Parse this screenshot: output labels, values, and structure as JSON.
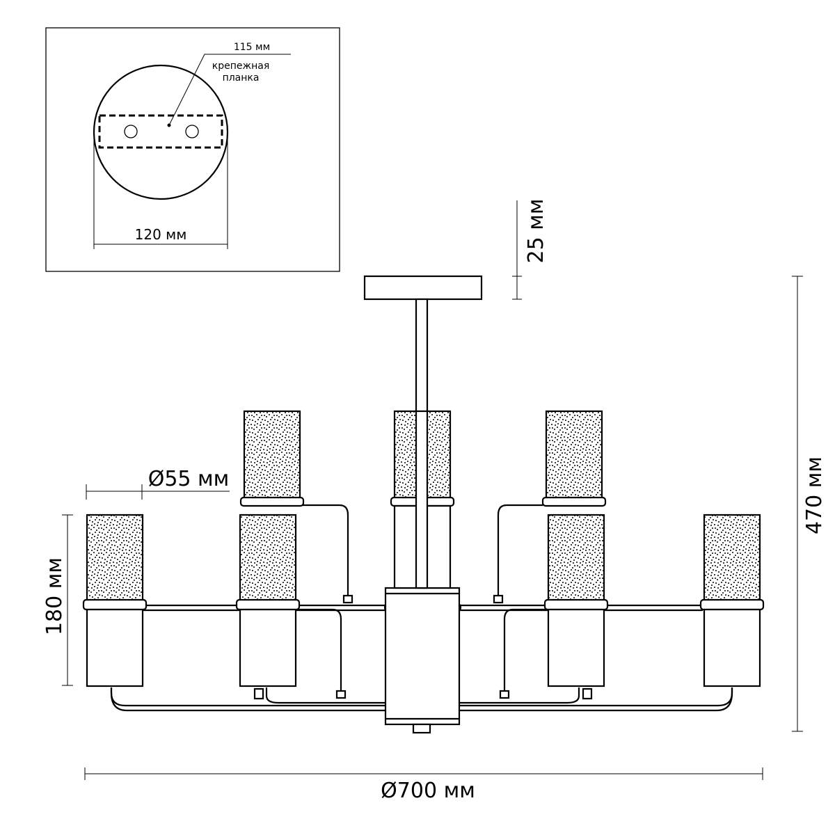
{
  "mount_inset": {
    "bracket_width": "115 мм",
    "bracket_label_line1": "крепежная",
    "bracket_label_line2": "планка",
    "plate_diameter": "120 мм"
  },
  "dimensions": {
    "canopy_height": "25 мм",
    "total_height": "470 мм",
    "shade_diameter": "Ø55 мм",
    "shade_height": "180 мм",
    "total_diameter": "Ø700 мм"
  }
}
